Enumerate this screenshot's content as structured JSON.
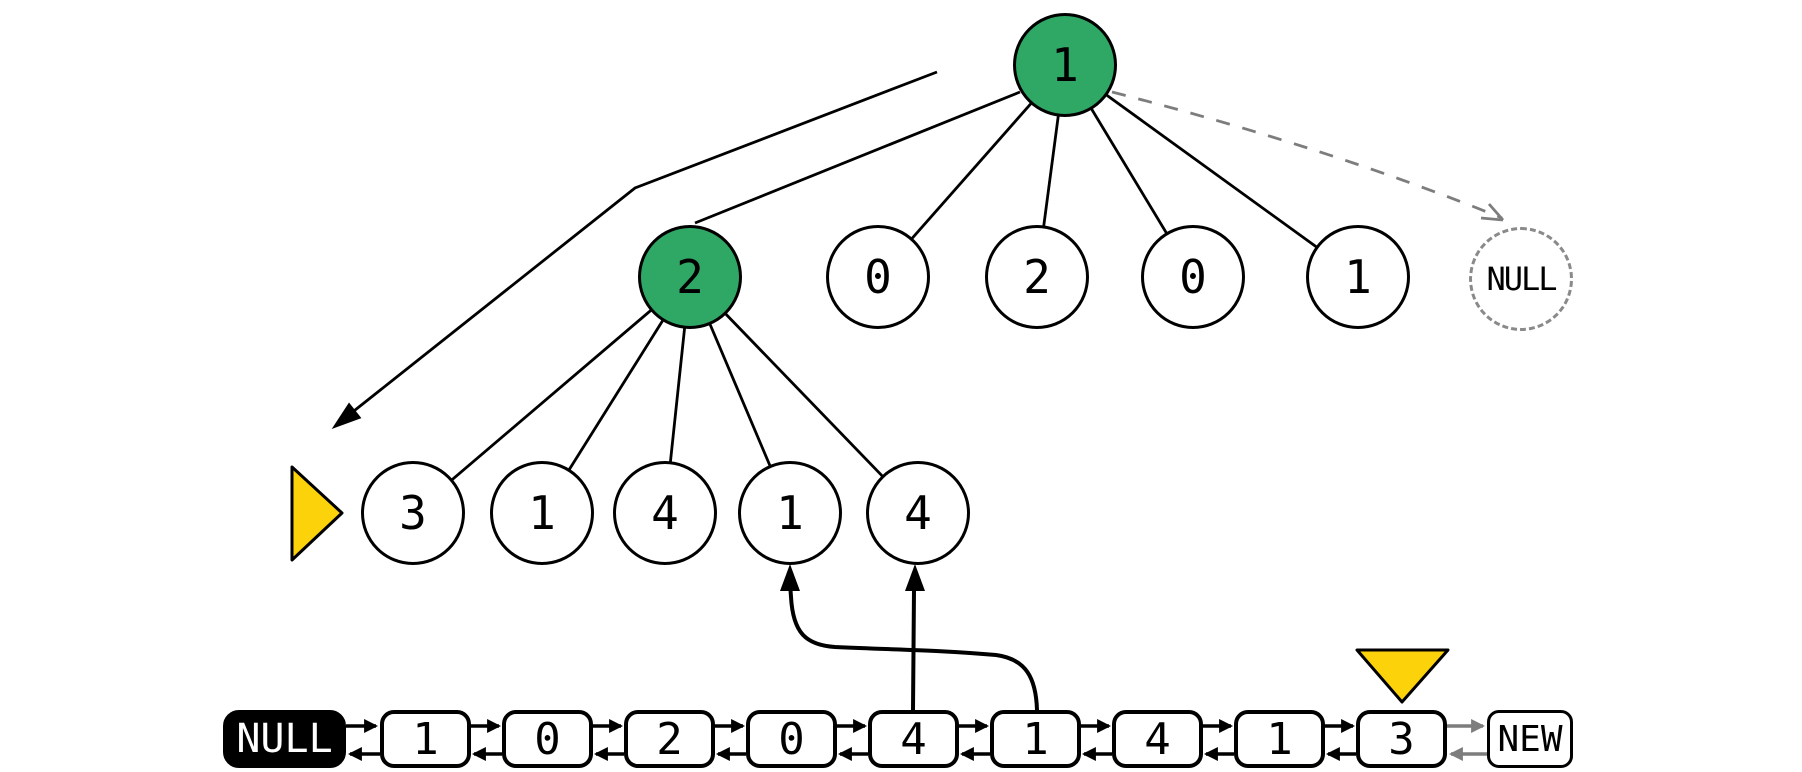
{
  "tree": {
    "root": {
      "label": "1",
      "highlighted": true
    },
    "level2": [
      {
        "label": "2",
        "highlighted": true
      },
      {
        "label": "0",
        "highlighted": false
      },
      {
        "label": "2",
        "highlighted": false
      },
      {
        "label": "0",
        "highlighted": false
      },
      {
        "label": "1",
        "highlighted": false
      },
      {
        "label": "NULL",
        "style": "dashed-placeholder"
      }
    ],
    "level3": [
      {
        "label": "3"
      },
      {
        "label": "1"
      },
      {
        "label": "4"
      },
      {
        "label": "1"
      },
      {
        "label": "4"
      }
    ]
  },
  "linked_list": {
    "head_label": "NULL",
    "cells": [
      "1",
      "0",
      "2",
      "0",
      "4",
      "1",
      "4",
      "1",
      "3"
    ],
    "tail_label": "NEW",
    "link_style": "doubly-linked",
    "new_link_color_note": "links between 3 and NEW are gray"
  },
  "markers": {
    "right_triangle_pointer": "points at tree node 3",
    "down_triangle_pointer": "points at list cell 3"
  },
  "colors": {
    "highlight_green": "#2FA866",
    "pointer_yellow": "#FCD30B",
    "new_link_gray": "#7d7d7d",
    "line_black": "#000000"
  }
}
